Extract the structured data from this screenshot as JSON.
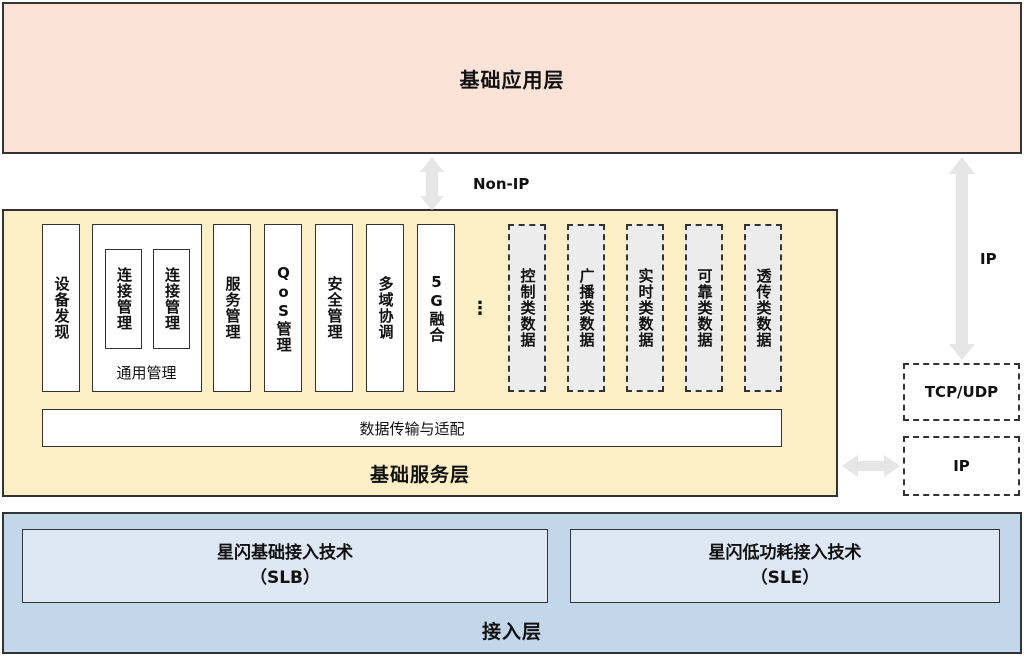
{
  "layers": {
    "app": {
      "title": "基础应用层"
    },
    "service": {
      "title": "基础服务层",
      "device_discovery": "设备发现",
      "general_mgmt": {
        "label": "通用管理",
        "sub_items": [
          "连接管理",
          "连接管理"
        ]
      },
      "modules": [
        "服务管理",
        "QoS管理",
        "安全管理",
        "多域协调",
        "5G融合"
      ],
      "ellipsis": "⋮",
      "data_types": [
        "控制类数据",
        "广播类数据",
        "实时类数据",
        "可靠类数据",
        "透传类数据"
      ],
      "transport_bar": "数据传输与适配"
    },
    "access": {
      "title": "接入层",
      "slb": {
        "line1": "星闪基础接入技术",
        "line2": "（SLB）"
      },
      "sle": {
        "line1": "星闪低功耗接入技术",
        "line2": "（SLE）"
      }
    }
  },
  "connectors": {
    "non_ip_label": "Non-IP",
    "ip_label": "IP",
    "tcp_udp_box": "TCP/UDP",
    "ip_box": "IP",
    "arrow_color": "#e6e6e6"
  }
}
